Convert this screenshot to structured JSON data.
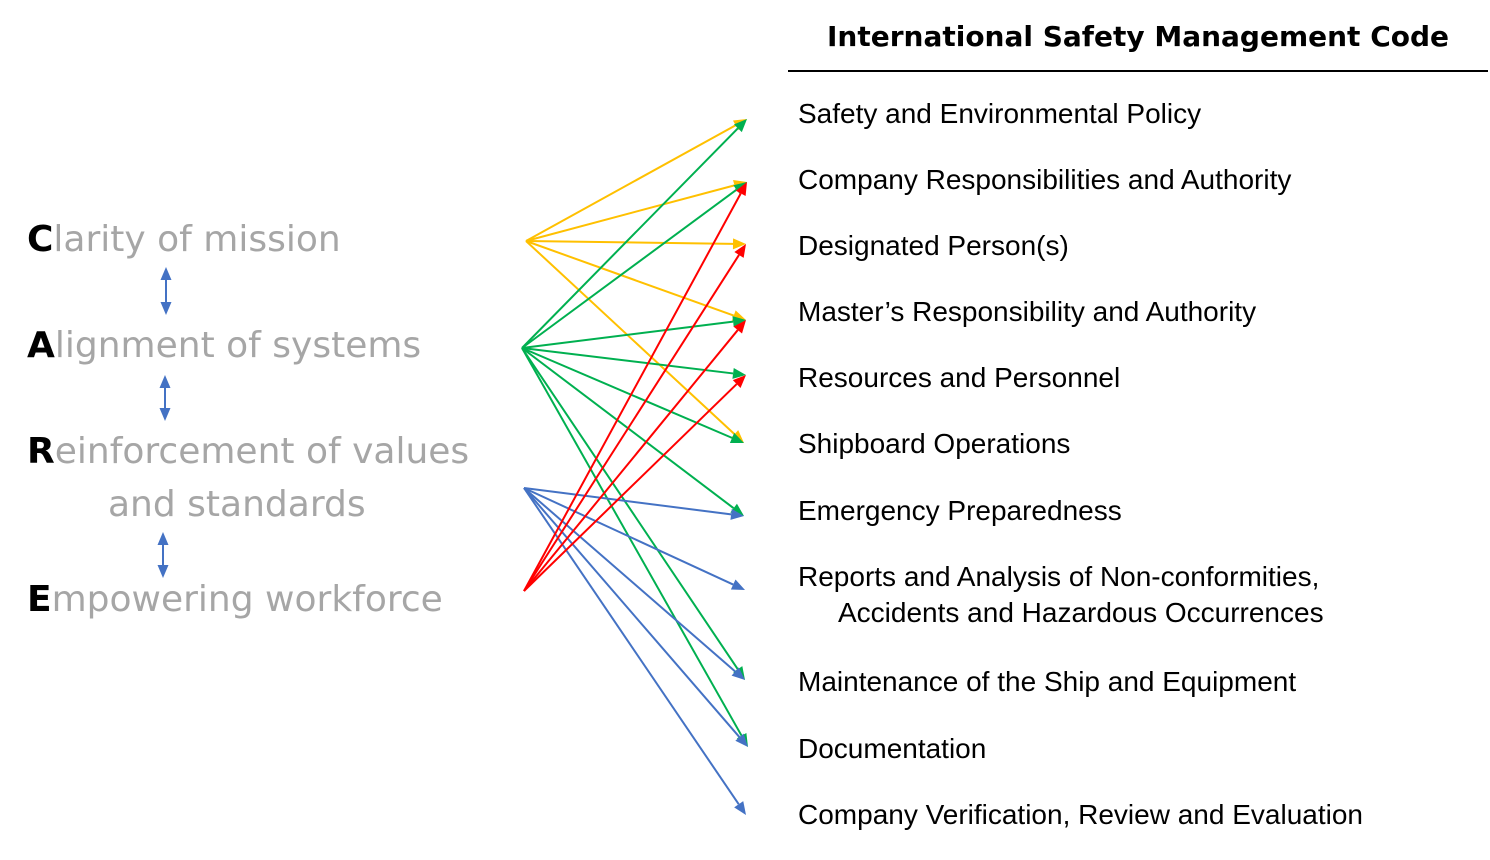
{
  "care": {
    "items": [
      {
        "letter": "C",
        "rest": "larity of mission",
        "cont": ""
      },
      {
        "letter": "A",
        "rest": "lignment of systems",
        "cont": ""
      },
      {
        "letter": "R",
        "rest": "einforcement of values",
        "cont": "and standards"
      },
      {
        "letter": "E",
        "rest": "mpowering workforce",
        "cont": ""
      }
    ]
  },
  "ism": {
    "title": "International Safety Management Code",
    "elements": [
      {
        "line1": "Safety and Environmental Policy",
        "line2": ""
      },
      {
        "line1": "Company Responsibilities and Authority",
        "line2": ""
      },
      {
        "line1": "Designated Person(s)",
        "line2": ""
      },
      {
        "line1": "Master’s Responsibility and Authority",
        "line2": ""
      },
      {
        "line1": "Resources and Personnel",
        "line2": ""
      },
      {
        "line1": "Shipboard Operations",
        "line2": ""
      },
      {
        "line1": "Emergency Preparedness",
        "line2": ""
      },
      {
        "line1": "Reports and Analysis of Non-conformities,",
        "line2": "Accidents and Hazardous Occurrences"
      },
      {
        "line1": "Maintenance of the Ship and Equipment",
        "line2": ""
      },
      {
        "line1": "Documentation",
        "line2": ""
      },
      {
        "line1": "Company Verification, Review and Evaluation",
        "line2": ""
      }
    ]
  },
  "colors": {
    "clarity": "#ffc000",
    "alignment": "#00b050",
    "reinforcement": "#4472c4",
    "empowering": "#ff0000",
    "double_arrow": "#4472c4",
    "care_text": "#a6a6a6"
  },
  "links": [
    {
      "from": 0,
      "color_key": "clarity",
      "to": [
        0,
        1,
        2,
        3,
        5
      ]
    },
    {
      "from": 1,
      "color_key": "alignment",
      "to": [
        0,
        1,
        3,
        4,
        5,
        6,
        8,
        9
      ]
    },
    {
      "from": 2,
      "color_key": "reinforcement",
      "to": [
        6,
        7,
        8,
        9,
        10
      ]
    },
    {
      "from": 3,
      "color_key": "empowering",
      "to": [
        1,
        2,
        3,
        4
      ]
    }
  ]
}
